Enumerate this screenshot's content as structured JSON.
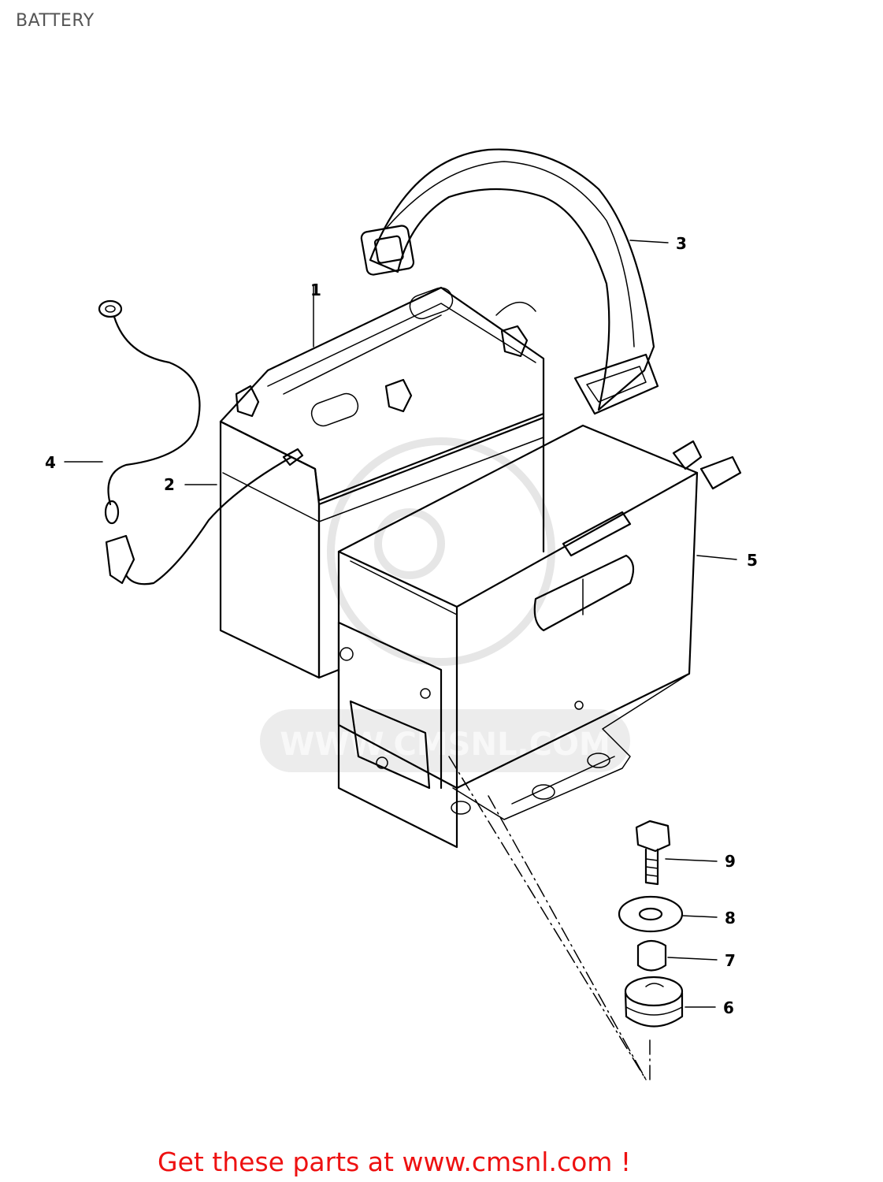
{
  "page": {
    "title": "BATTERY"
  },
  "callouts": [
    {
      "part": "battery",
      "label": "1"
    },
    {
      "part": "battery-breather-tube",
      "label": "2"
    },
    {
      "part": "battery-strap",
      "label": "3"
    },
    {
      "part": "ground-lead-wire",
      "label": "4"
    },
    {
      "part": "battery-case",
      "label": "5"
    },
    {
      "part": "cushion",
      "label": "6"
    },
    {
      "part": "spacer",
      "label": "7"
    },
    {
      "part": "washer",
      "label": "8"
    },
    {
      "part": "bolt",
      "label": "9"
    }
  ],
  "watermark": {
    "text": "WWW.CMSNL.COM"
  },
  "footer": {
    "text": "Get these parts at www.cmsnl.com !",
    "color": "#ee1111"
  }
}
